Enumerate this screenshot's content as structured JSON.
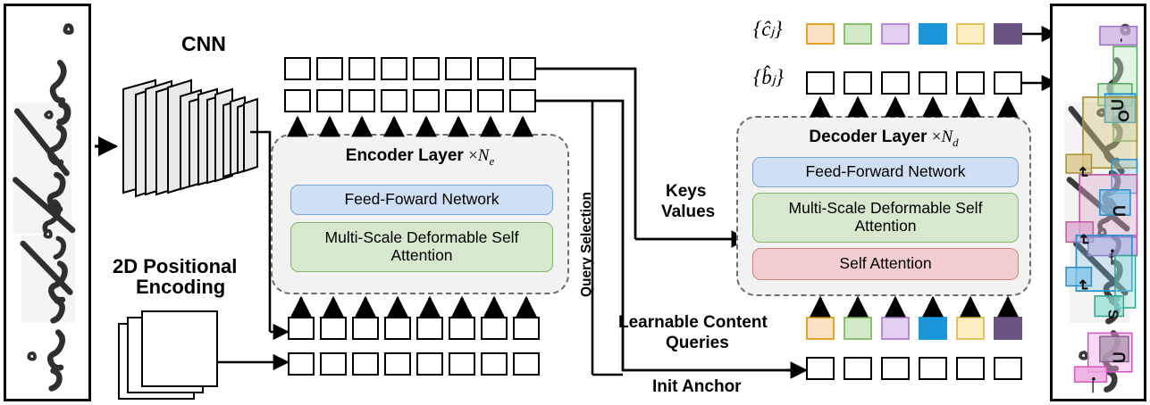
{
  "figure": {
    "type": "architecture-diagram",
    "title": "Transformer-based handwritten text detection architecture"
  },
  "labels": {
    "cnn": "CNN",
    "pos_encoding_line1": "2D Positional",
    "pos_encoding_line2": "Encoding",
    "query_selection": "Query Selection",
    "keys_line1": "Keys",
    "keys_line2": "Values",
    "learnable_line1": "Learnable Content",
    "learnable_line2": "Queries",
    "init_anchor": "Init Anchor",
    "class_out": "{ĉⱼ}",
    "box_out": "{b̂ⱼ}"
  },
  "encoder": {
    "title_text": "Encoder Layer",
    "title_mult": "×",
    "title_sub": "Ne",
    "blocks": [
      {
        "name": "feed-forward-network",
        "label": "Feed-Foward Network",
        "color": "#cfdff4"
      },
      {
        "name": "multi-scale-deformable-self-attention",
        "label": "Multi-Scale Deformable Self Attention",
        "color": "#d6e8cd"
      }
    ],
    "token_columns": 8,
    "rows": [
      "output-row-top",
      "output-row-bottom",
      "input-row-top",
      "input-row-bottom"
    ]
  },
  "decoder": {
    "title_text": "Decoder Layer",
    "title_mult": "×",
    "title_sub": "Nd",
    "blocks": [
      {
        "name": "feed-forward-network",
        "label": "Feed-Forward Network",
        "color": "#cfdff4"
      },
      {
        "name": "multi-scale-deformable-self-attention",
        "label": "Multi-Scale Deformable Self Attention",
        "color": "#d6e8cd"
      },
      {
        "name": "self-attention",
        "label": "Self Attention",
        "color": "#f2cdcd"
      }
    ],
    "query_count": 6,
    "query_colors": [
      {
        "fill": "#fce0c4",
        "border": "#e0a528"
      },
      {
        "fill": "#d2e8c6",
        "border": "#8cc070"
      },
      {
        "fill": "#e3d0ef",
        "border": "#b48ad4"
      },
      {
        "fill": "#1b96d8",
        "border": "#1b96d8"
      },
      {
        "fill": "#fdeec2",
        "border": "#e0c35a"
      },
      {
        "fill": "#6b5383",
        "border": "#6b5383"
      }
    ]
  },
  "colors": {
    "accent_blue": "#cfdff4",
    "accent_green": "#d6e8cd",
    "accent_red": "#f2cdcd",
    "module_bg": "#f2f2f2",
    "module_border": "#6d6d6d",
    "line": "#000000",
    "sheet_fill": "#e8e8e8"
  },
  "input_panel": {
    "name": "input-handwriting-image",
    "description": "handwritten script rotated 90 degrees"
  },
  "output_panel": {
    "name": "output-detection-image",
    "description": "handwritten script with predicted character bounding boxes",
    "detections": [
      {
        "label": "-",
        "fill": "#c9aee0",
        "border": "#9b6fc4"
      },
      {
        "label": "ꓵ",
        "fill": "#bfe6c2",
        "border": "#56a85e"
      },
      {
        "label": "O",
        "fill": "#73c2e8",
        "border": "#1b8ec9"
      },
      {
        "label": "↵",
        "fill": "#d8c88a",
        "border": "#a8902f"
      },
      {
        "label": "ꓴ",
        "fill": "#7ec3e8",
        "border": "#2a8ec9"
      },
      {
        "label": "↵",
        "fill": "#dba9cf",
        "border": "#c05aa8"
      },
      {
        "label": "•—",
        "fill": "#c79ad8",
        "border": "#9b5fc4"
      },
      {
        "label": "↵",
        "fill": "#7ec3e8",
        "border": "#2a8ec9"
      },
      {
        "label": "S",
        "fill": "#8fe0d4",
        "border": "#2aa890"
      },
      {
        "label": "ꓵ",
        "fill": "#b49ab5",
        "border": "#8a5f8f"
      },
      {
        "label": "•—",
        "fill": "#efa8e0",
        "border": "#d45ac0"
      }
    ]
  }
}
